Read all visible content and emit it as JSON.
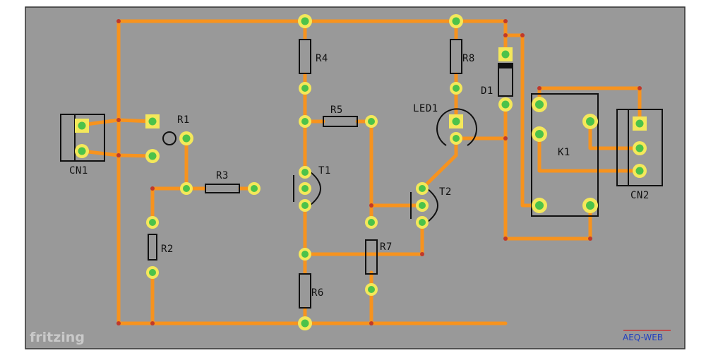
{
  "labels": {
    "cn1": "CN1",
    "r1": "R1",
    "r2": "R2",
    "r3": "R3",
    "r4": "R4",
    "r5": "R5",
    "r6": "R6",
    "r7": "R7",
    "r8": "R8",
    "t1": "T1",
    "t2": "T2",
    "led1": "LED1",
    "d1": "D1",
    "k1": "K1",
    "cn2": "CN2"
  },
  "watermark": "fritzing",
  "brand": "AEQ-WEB",
  "colors": {
    "board": "#999999",
    "trace": "#f7931e",
    "pad_ring": "#f4e85a",
    "pad_center": "#4cc24a",
    "brand_text": "#1f3fbf",
    "brand_line": "#d02020"
  }
}
